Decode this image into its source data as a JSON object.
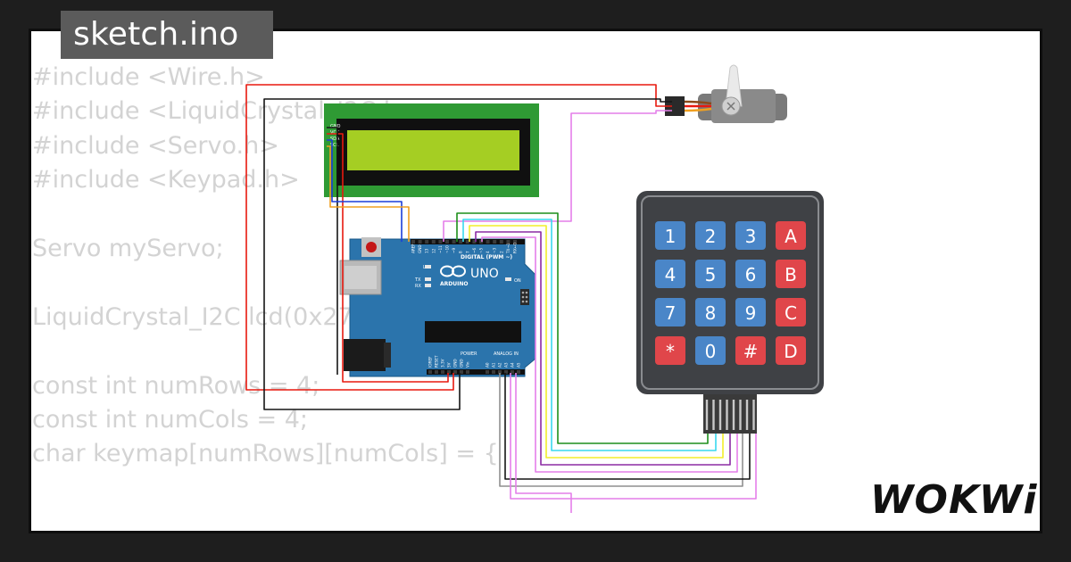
{
  "tab_title": "sketch.ino",
  "code_lines": [
    "#include <Wire.h>",
    "#include <LiquidCrystal_I2C.h>",
    "#include <Servo.h>",
    "#include <Keypad.h>",
    "",
    "Servo myServo;",
    "",
    "LiquidCrystal_I2C lcd(0x27, 16, 2);",
    "",
    "const int numRows = 4;",
    "const int numCols = 4;",
    "char keymap[numRows][numCols] = {"
  ],
  "lcd": {
    "pin_labels": [
      "GND",
      "VCC",
      "SDA",
      "SCL"
    ]
  },
  "arduino": {
    "model": "UNO",
    "brand": "ARDUINO",
    "digital_label": "DIGITAL (PWM ~)",
    "power_label": "POWER",
    "analog_label": "ANALOG IN",
    "on_label": "ON",
    "led_labels": [
      "L",
      "TX",
      "RX"
    ],
    "digital_pins": [
      "AREF",
      "GND",
      "13",
      "12",
      "~11",
      "~10",
      "~9",
      "8",
      "7",
      "~6",
      "~5",
      "4",
      "~3",
      "2",
      "TX→1",
      "RX←0"
    ],
    "power_pins": [
      "IOREF",
      "RESET",
      "3.3V",
      "5V",
      "GND",
      "GND",
      "Vin"
    ],
    "analog_pins": [
      "A0",
      "A1",
      "A2",
      "A3",
      "A4",
      "A5"
    ]
  },
  "keypad": {
    "keys": [
      "1",
      "2",
      "3",
      "A",
      "4",
      "5",
      "6",
      "B",
      "7",
      "8",
      "9",
      "C",
      "*",
      "0",
      "#",
      "D"
    ],
    "colors": {
      "blue": "#4a86c8",
      "red": "#e0464a",
      "body": "#3f4145"
    }
  },
  "wire_colors": {
    "red": "#e8190f",
    "black": "#151515",
    "violet": "#e47fe9",
    "green": "#1d8f1b",
    "cyan": "#38d8ef",
    "yellow": "#f2ee2b",
    "purple": "#8b2ba4",
    "gray": "#8f8f8f",
    "orange": "#f0a020",
    "blue": "#1c3ed8"
  },
  "logo": "WOKWi"
}
